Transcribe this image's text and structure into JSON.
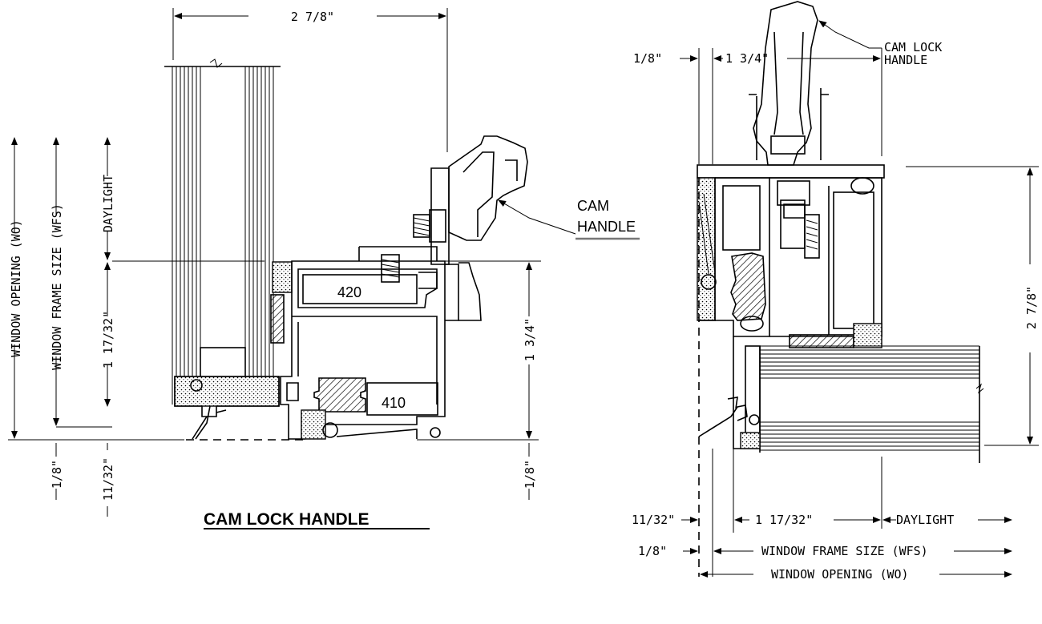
{
  "left_section": {
    "dim_top": "2 7/8\"",
    "window_opening": "WINDOW OPENING (WO)",
    "window_frame_size": "WINDOW FRAME SIZE (WFS)",
    "daylight": "DAYLIGHT",
    "dim_1_17_32": "1 17/32\"",
    "dim_1_3_4": "1 3/4\"",
    "dim_bottom_1_8_left": "1/8\"",
    "dim_bottom_11_32": "11/32\"",
    "dim_bottom_1_8_right": "1/8\"",
    "part_420": "420",
    "part_410": "410",
    "cam_handle_label_1": "CAM",
    "cam_handle_label_2": "HANDLE",
    "title": "CAM LOCK HANDLE"
  },
  "right_section": {
    "dim_1_8_top": "1/8\"",
    "dim_1_3_4": "1 3/4\"",
    "cam_lock_label_1": "CAM LOCK",
    "cam_lock_label_2": "HANDLE",
    "dim_2_7_8": "2 7/8\"",
    "dim_11_32": "11/32\"",
    "dim_1_17_32": "1 17/32\"",
    "daylight": "DAYLIGHT",
    "dim_1_8_bottom": "1/8\"",
    "window_frame_size": "WINDOW FRAME SIZE (WFS)",
    "window_opening": "WINDOW OPENING (WO)"
  }
}
